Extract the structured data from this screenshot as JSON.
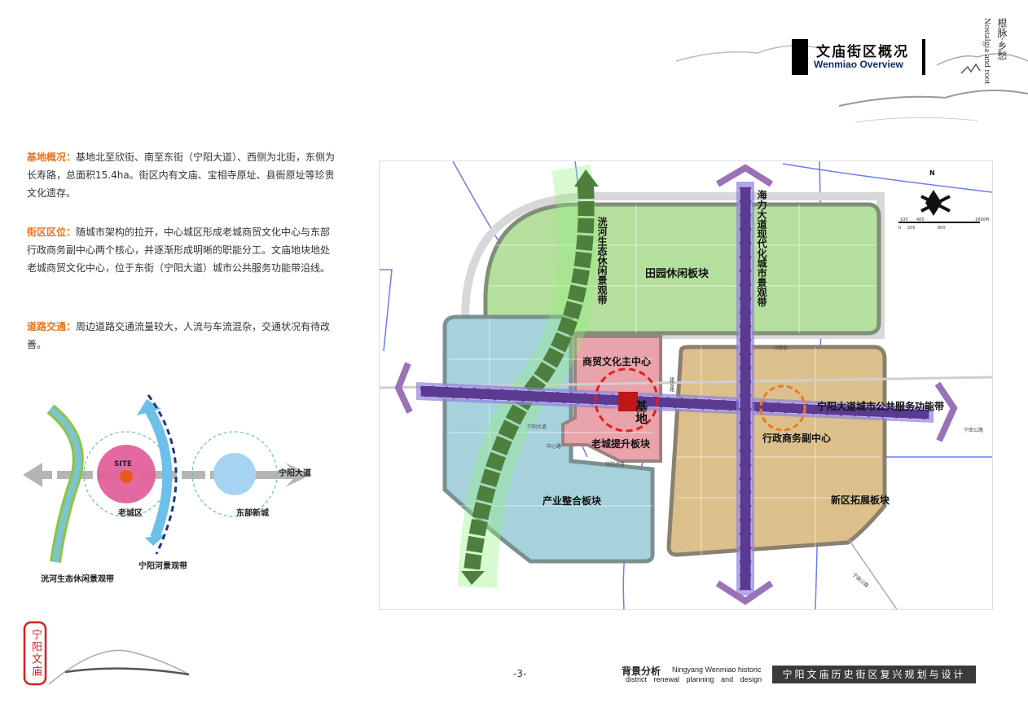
{
  "header": {
    "title_cn": "文庙街区概况",
    "title_en": "Wenmiao Overview",
    "tagline_cn": "根脉·乡愁",
    "tagline_en": "Nostalgia and root"
  },
  "sections": [
    {
      "heading": "基地概况：",
      "text": "基地北至欣街、南至东街（宁阳大道）、西侧为北街，东侧为长寿路，总面积15.4ha。街区内有文庙、宝相寺原址、县衙原址等珍贵文化遗存。"
    },
    {
      "heading": "街区区位：",
      "text": "随城市架构的拉开，中心城区形成老城商贸文化中心与东部行政商务副中心两个核心，并逐渐形成明晰的职能分工。文庙地块地处老城商贸文化中心，位于东街（宁阳大道）城市公共服务功能带沿线。"
    },
    {
      "heading": "道路交通：",
      "text": "周边道路交通流量较大，人流与车流混杂，交通状况有待改善。"
    }
  ],
  "diagram": {
    "site": "SITE",
    "old_town": "老城区",
    "east_new_town": "东部新城",
    "avenue": "宁阳大道",
    "river_band": "宁阳河景观带",
    "eco_band": "洸河生态休闲景观带"
  },
  "map": {
    "labels": {
      "eco_band": "洸河生态休闲景观带",
      "haili_band": "海力大道现代化城市景观带",
      "tianyuan": "田园休闲板块",
      "commerce_center": "商贸文化主中心",
      "site": "基地",
      "old_town_block": "老城提升板块",
      "industry_block": "产业整合板块",
      "admin_center": "行政商务副中心",
      "public_band": "宁阳大道城市公共服务功能带",
      "new_district": "新区拓展板块"
    },
    "roads": {
      "xinglong": "兴隆街",
      "ningnan": "宁南公路",
      "ningqu": "宁曲公路",
      "zhongxin": "中心路",
      "ningyang_ave": "宁阳大道",
      "huayang_ave": "华阳大道",
      "jianshe": "建设路"
    },
    "north": "N",
    "scale": {
      "top": [
        "100",
        "400",
        "1600M"
      ],
      "bottom": [
        "0",
        "200",
        "800"
      ]
    },
    "colors": {
      "green_block": "#b5df9c",
      "blue_block": "#a6d2dc",
      "pink_block": "#e9a3aa",
      "tan_block": "#dcc08c",
      "purple_band": "#5b3a92",
      "eco_green": "#4e7f3f",
      "site_red": "#c01818"
    }
  },
  "seal": "宁阳文庙",
  "footer": {
    "page": "-3-",
    "section_cn": "背景分析",
    "section_en_1": "Ningyang Wenmiao historic",
    "section_en_2": "district renewal planning and design",
    "project_title": "宁阳文庙历史街区复兴规划与设计"
  }
}
